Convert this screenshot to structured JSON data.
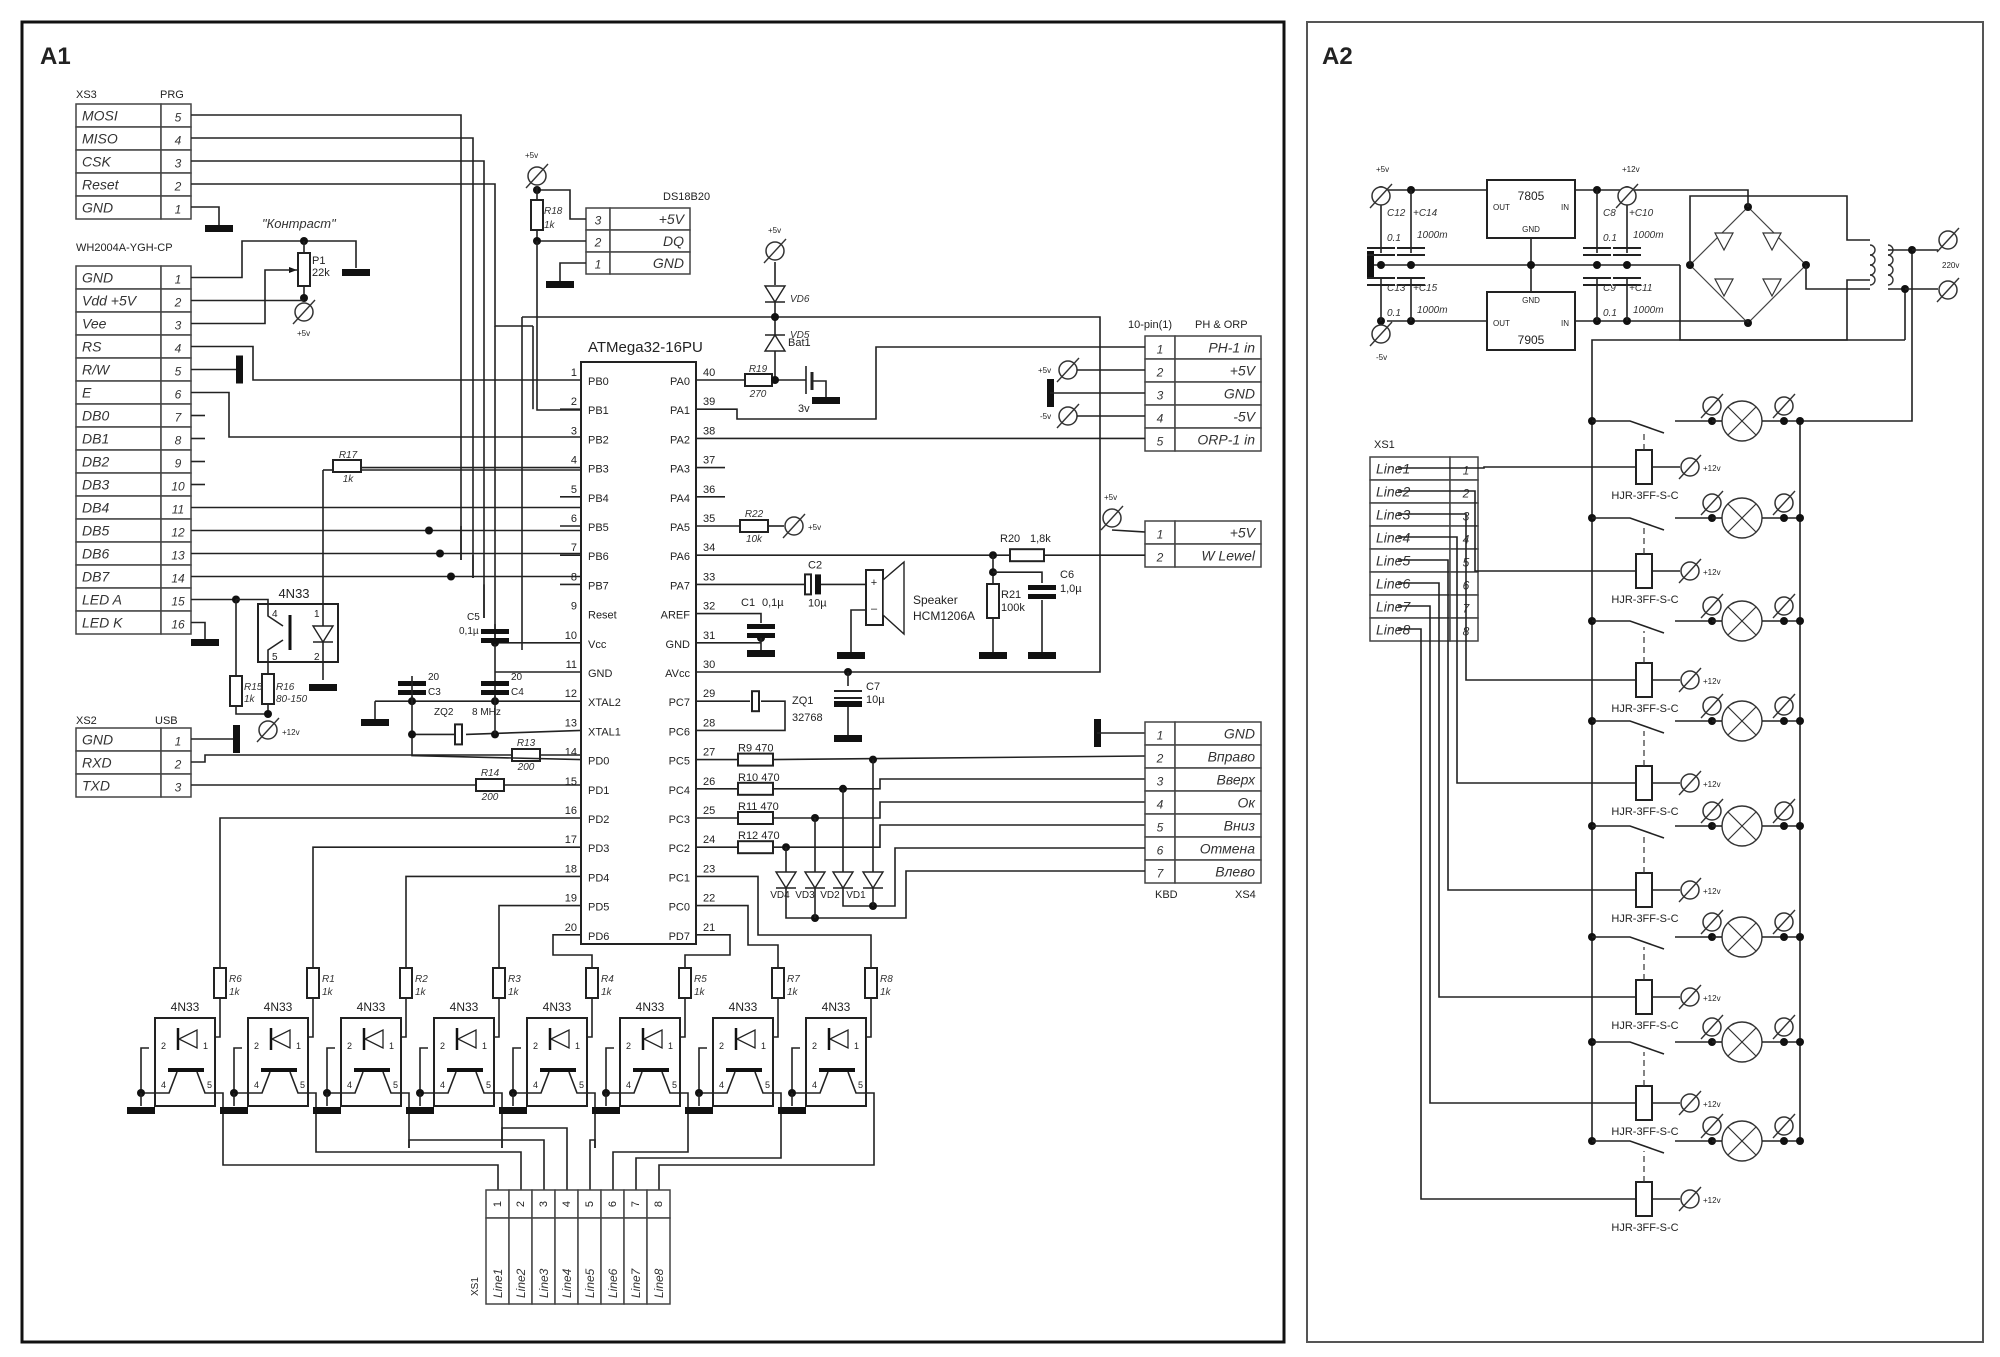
{
  "panels": {
    "a1_label": "A1",
    "a2_label": "A2"
  },
  "xs3": {
    "title": "XS3",
    "subtitle": "PRG",
    "rows": [
      {
        "name": "MOSI",
        "pin": "5"
      },
      {
        "name": "MISO",
        "pin": "4"
      },
      {
        "name": "CSK",
        "pin": "3"
      },
      {
        "name": "Reset",
        "pin": "2"
      },
      {
        "name": "GND",
        "pin": "1"
      }
    ]
  },
  "lcd": {
    "title": "WH2004A-YGH-CP",
    "rows": [
      {
        "name": "GND",
        "pin": "1"
      },
      {
        "name": "Vdd +5V",
        "pin": "2"
      },
      {
        "name": "Vee",
        "pin": "3"
      },
      {
        "name": "RS",
        "pin": "4"
      },
      {
        "name": "R/W",
        "pin": "5"
      },
      {
        "name": "E",
        "pin": "6"
      },
      {
        "name": "DB0",
        "pin": "7"
      },
      {
        "name": "DB1",
        "pin": "8"
      },
      {
        "name": "DB2",
        "pin": "9"
      },
      {
        "name": "DB3",
        "pin": "10"
      },
      {
        "name": "DB4",
        "pin": "11"
      },
      {
        "name": "DB5",
        "pin": "12"
      },
      {
        "name": "DB6",
        "pin": "13"
      },
      {
        "name": "DB7",
        "pin": "14"
      },
      {
        "name": "LED A",
        "pin": "15"
      },
      {
        "name": "LED K",
        "pin": "16"
      }
    ]
  },
  "contrast": {
    "label": "\"Контраст\"",
    "pot_ref": "P1",
    "pot_value": "22k",
    "supply": "+5v"
  },
  "xs2": {
    "title": "XS2",
    "subtitle": "USB",
    "rows": [
      {
        "name": "GND",
        "pin": "1"
      },
      {
        "name": "RXD",
        "pin": "2"
      },
      {
        "name": "TXD",
        "pin": "3"
      }
    ]
  },
  "mcu": {
    "name": "ATMega32-16PU",
    "left_pins": [
      {
        "num": "1",
        "name": "PB0"
      },
      {
        "num": "2",
        "name": "PB1"
      },
      {
        "num": "3",
        "name": "PB2"
      },
      {
        "num": "4",
        "name": "PB3"
      },
      {
        "num": "5",
        "name": "PB4"
      },
      {
        "num": "6",
        "name": "PB5"
      },
      {
        "num": "7",
        "name": "PB6"
      },
      {
        "num": "8",
        "name": "PB7"
      },
      {
        "num": "9",
        "name": "Reset"
      },
      {
        "num": "10",
        "name": "Vcc"
      },
      {
        "num": "11",
        "name": "GND"
      },
      {
        "num": "12",
        "name": "XTAL2"
      },
      {
        "num": "13",
        "name": "XTAL1"
      },
      {
        "num": "14",
        "name": "PD0"
      },
      {
        "num": "15",
        "name": "PD1"
      },
      {
        "num": "16",
        "name": "PD2"
      },
      {
        "num": "17",
        "name": "PD3"
      },
      {
        "num": "18",
        "name": "PD4"
      },
      {
        "num": "19",
        "name": "PD5"
      },
      {
        "num": "20",
        "name": "PD6"
      }
    ],
    "right_pins": [
      {
        "num": "40",
        "name": "PA0"
      },
      {
        "num": "39",
        "name": "PA1"
      },
      {
        "num": "38",
        "name": "PA2"
      },
      {
        "num": "37",
        "name": "PA3"
      },
      {
        "num": "36",
        "name": "PA4"
      },
      {
        "num": "35",
        "name": "PA5"
      },
      {
        "num": "34",
        "name": "PA6"
      },
      {
        "num": "33",
        "name": "PA7"
      },
      {
        "num": "32",
        "name": "AREF"
      },
      {
        "num": "31",
        "name": "GND"
      },
      {
        "num": "30",
        "name": "AVcc"
      },
      {
        "num": "29",
        "name": "PC7"
      },
      {
        "num": "28",
        "name": "PC6"
      },
      {
        "num": "27",
        "name": "PC5"
      },
      {
        "num": "26",
        "name": "PC4"
      },
      {
        "num": "25",
        "name": "PC3"
      },
      {
        "num": "24",
        "name": "PC2"
      },
      {
        "num": "23",
        "name": "PC1"
      },
      {
        "num": "22",
        "name": "PC0"
      },
      {
        "num": "21",
        "name": "PD7"
      }
    ]
  },
  "ds18b20": {
    "title": "DS18B20",
    "rows": [
      {
        "pin": "3",
        "name": "+5V"
      },
      {
        "pin": "2",
        "name": "DQ"
      },
      {
        "pin": "1",
        "name": "GND"
      }
    ]
  },
  "ph_orp": {
    "title_left": "10-pin(1)",
    "title_right": "PH & ORP",
    "rows": [
      {
        "pin": "1",
        "name": "PH-1 in"
      },
      {
        "pin": "2",
        "name": "+5V"
      },
      {
        "pin": "3",
        "name": "GND"
      },
      {
        "pin": "4",
        "name": "-5V"
      },
      {
        "pin": "5",
        "name": "ORP-1 in"
      }
    ],
    "plus_label": "+5v",
    "minus_label": "-5v"
  },
  "wlevel": {
    "supply": "+5v",
    "rows": [
      {
        "pin": "1",
        "name": "+5V"
      },
      {
        "pin": "2",
        "name": "W Lewel"
      }
    ]
  },
  "kbd": {
    "title_left": "KBD",
    "title_right": "XS4",
    "rows": [
      {
        "pin": "1",
        "name": "GND"
      },
      {
        "pin": "2",
        "name": "Вправо"
      },
      {
        "pin": "3",
        "name": "Вверх"
      },
      {
        "pin": "4",
        "name": "Ок"
      },
      {
        "pin": "5",
        "name": "Вниз"
      },
      {
        "pin": "6",
        "name": "Отмена"
      },
      {
        "pin": "7",
        "name": "Влево"
      }
    ]
  },
  "components": {
    "r18": {
      "ref": "R18",
      "val": "1k"
    },
    "r19": {
      "ref": "R19",
      "val": "270"
    },
    "r22": {
      "ref": "R22",
      "val": "10k"
    },
    "r17": {
      "ref": "R17",
      "val": "1k"
    },
    "r20": {
      "ref": "R20",
      "val": "1,8k"
    },
    "r21": {
      "ref": "R21",
      "val": "100k"
    },
    "r13": {
      "ref": "R13",
      "val": "200"
    },
    "r14": {
      "ref": "R14",
      "val": "200"
    },
    "r15": {
      "ref": "R15",
      "val": "1k"
    },
    "r16": {
      "ref": "R16",
      "val": "80-150"
    },
    "r9": {
      "ref": "R9",
      "val": "470"
    },
    "r10": {
      "ref": "R10",
      "val": "470"
    },
    "r11": {
      "ref": "R11",
      "val": "470"
    },
    "r12": {
      "ref": "R12",
      "val": "470"
    },
    "c1": {
      "ref": "C1",
      "val": "0,1µ"
    },
    "c2": {
      "ref": "C2",
      "val": "10µ"
    },
    "c3": {
      "ref": "C3",
      "val": "20"
    },
    "c4": {
      "ref": "C4",
      "val": "20"
    },
    "c5": {
      "ref": "C5",
      "val": "0,1µ"
    },
    "c6": {
      "ref": "C6",
      "val": "1,0µ"
    },
    "c7": {
      "ref": "C7",
      "val": "10µ"
    },
    "zq1": {
      "ref": "ZQ1",
      "val": "32768"
    },
    "zq2": {
      "ref": "ZQ2",
      "val": "8 MHz"
    },
    "vd5": "VD5",
    "vd6": "VD6",
    "bat1": {
      "ref": "Bat1",
      "val": "3v"
    },
    "speaker": {
      "ref": "Speaker",
      "val": "HCM1206A"
    },
    "diodes": [
      "VD4",
      "VD3",
      "VD2",
      "VD1"
    ],
    "opto_lcd": {
      "ref": "4N33",
      "supply": "+12v"
    },
    "supply_5v": "+5v"
  },
  "optocouplers": {
    "part": "4N33",
    "pin_labels": {
      "p1": "1",
      "p2": "2",
      "p4": "4",
      "p5": "5"
    },
    "resistors": [
      {
        "ref": "R6",
        "val": "1k"
      },
      {
        "ref": "R1",
        "val": "1k"
      },
      {
        "ref": "R2",
        "val": "1k"
      },
      {
        "ref": "R3",
        "val": "1k"
      },
      {
        "ref": "R4",
        "val": "1k"
      },
      {
        "ref": "R5",
        "val": "1k"
      },
      {
        "ref": "R7",
        "val": "1k"
      },
      {
        "ref": "R8",
        "val": "1k"
      }
    ]
  },
  "xs1_a1": {
    "title": "XS1",
    "pins": [
      "1",
      "2",
      "3",
      "4",
      "5",
      "6",
      "7",
      "8"
    ],
    "lines": [
      "Line1",
      "Line2",
      "Line3",
      "Line4",
      "Line5",
      "Line6",
      "Line7",
      "Line8"
    ]
  },
  "power": {
    "reg_pos": {
      "name": "7805",
      "out": "OUT",
      "in": "IN",
      "gnd": "GND"
    },
    "reg_neg": {
      "name": "7905",
      "out": "OUT",
      "in": "IN",
      "gnd": "GND"
    },
    "plus5": "+5v",
    "minus5": "-5v",
    "plus12": "+12v",
    "mains": "220v",
    "caps": [
      {
        "ref": "C12",
        "val": "0.1"
      },
      {
        "ref": "C14",
        "val": "1000m"
      },
      {
        "ref": "C13",
        "val": "0.1"
      },
      {
        "ref": "C15",
        "val": "1000m"
      },
      {
        "ref": "C8",
        "val": "0.1"
      },
      {
        "ref": "C10",
        "val": "1000m"
      },
      {
        "ref": "C9",
        "val": "0.1"
      },
      {
        "ref": "C11",
        "val": "1000m"
      }
    ],
    "plus_sign": "+"
  },
  "xs1_a2": {
    "title": "XS1",
    "rows": [
      {
        "name": "Line1",
        "pin": "1"
      },
      {
        "name": "Line2",
        "pin": "2"
      },
      {
        "name": "Line3",
        "pin": "3"
      },
      {
        "name": "Line4",
        "pin": "4"
      },
      {
        "name": "Line5",
        "pin": "5"
      },
      {
        "name": "Line6",
        "pin": "6"
      },
      {
        "name": "Line7",
        "pin": "7"
      },
      {
        "name": "Line8",
        "pin": "8"
      }
    ]
  },
  "relays": {
    "part": "HJR-3FF-S-C",
    "supply": "+12v",
    "count": 8
  }
}
